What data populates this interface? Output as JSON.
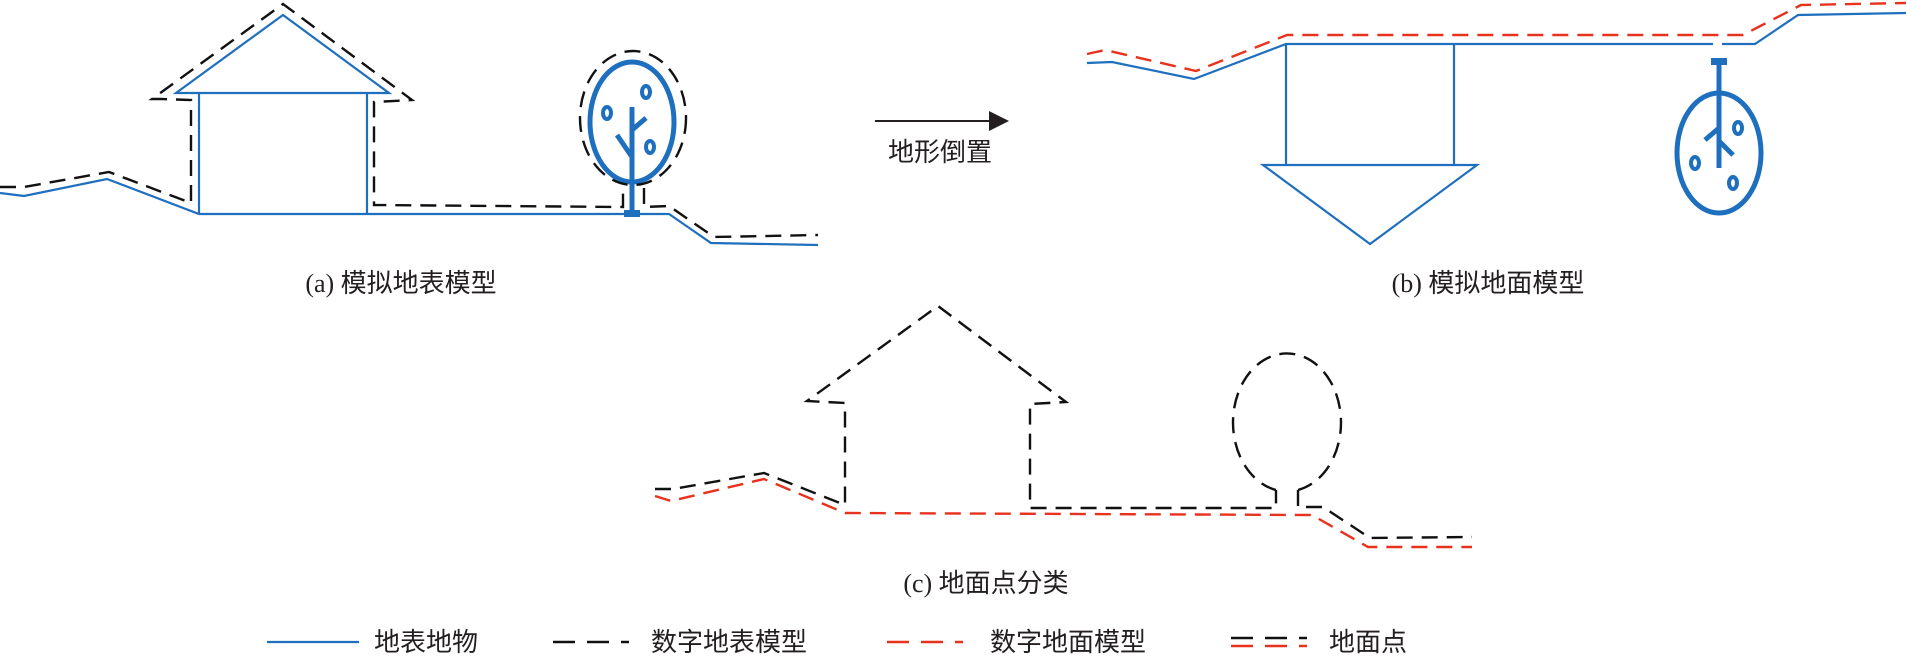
{
  "colors": {
    "surface_features": "#1f6fbf",
    "dsm": "#111111",
    "dtm": "#e8321e",
    "text": "#231f20"
  },
  "captions": {
    "a": "(a) 模拟地表模型",
    "b": "(b) 模拟地面模型",
    "c": "(c) 地面点分类"
  },
  "arrow_label": "地形倒置",
  "legend": [
    {
      "label": "地表地物",
      "style": "blue-solid"
    },
    {
      "label": "数字地表模型",
      "style": "black-dashed"
    },
    {
      "label": "数字地面模型",
      "style": "red-dashed"
    },
    {
      "label": "地面点",
      "style": "black-red-double-dashed"
    }
  ]
}
